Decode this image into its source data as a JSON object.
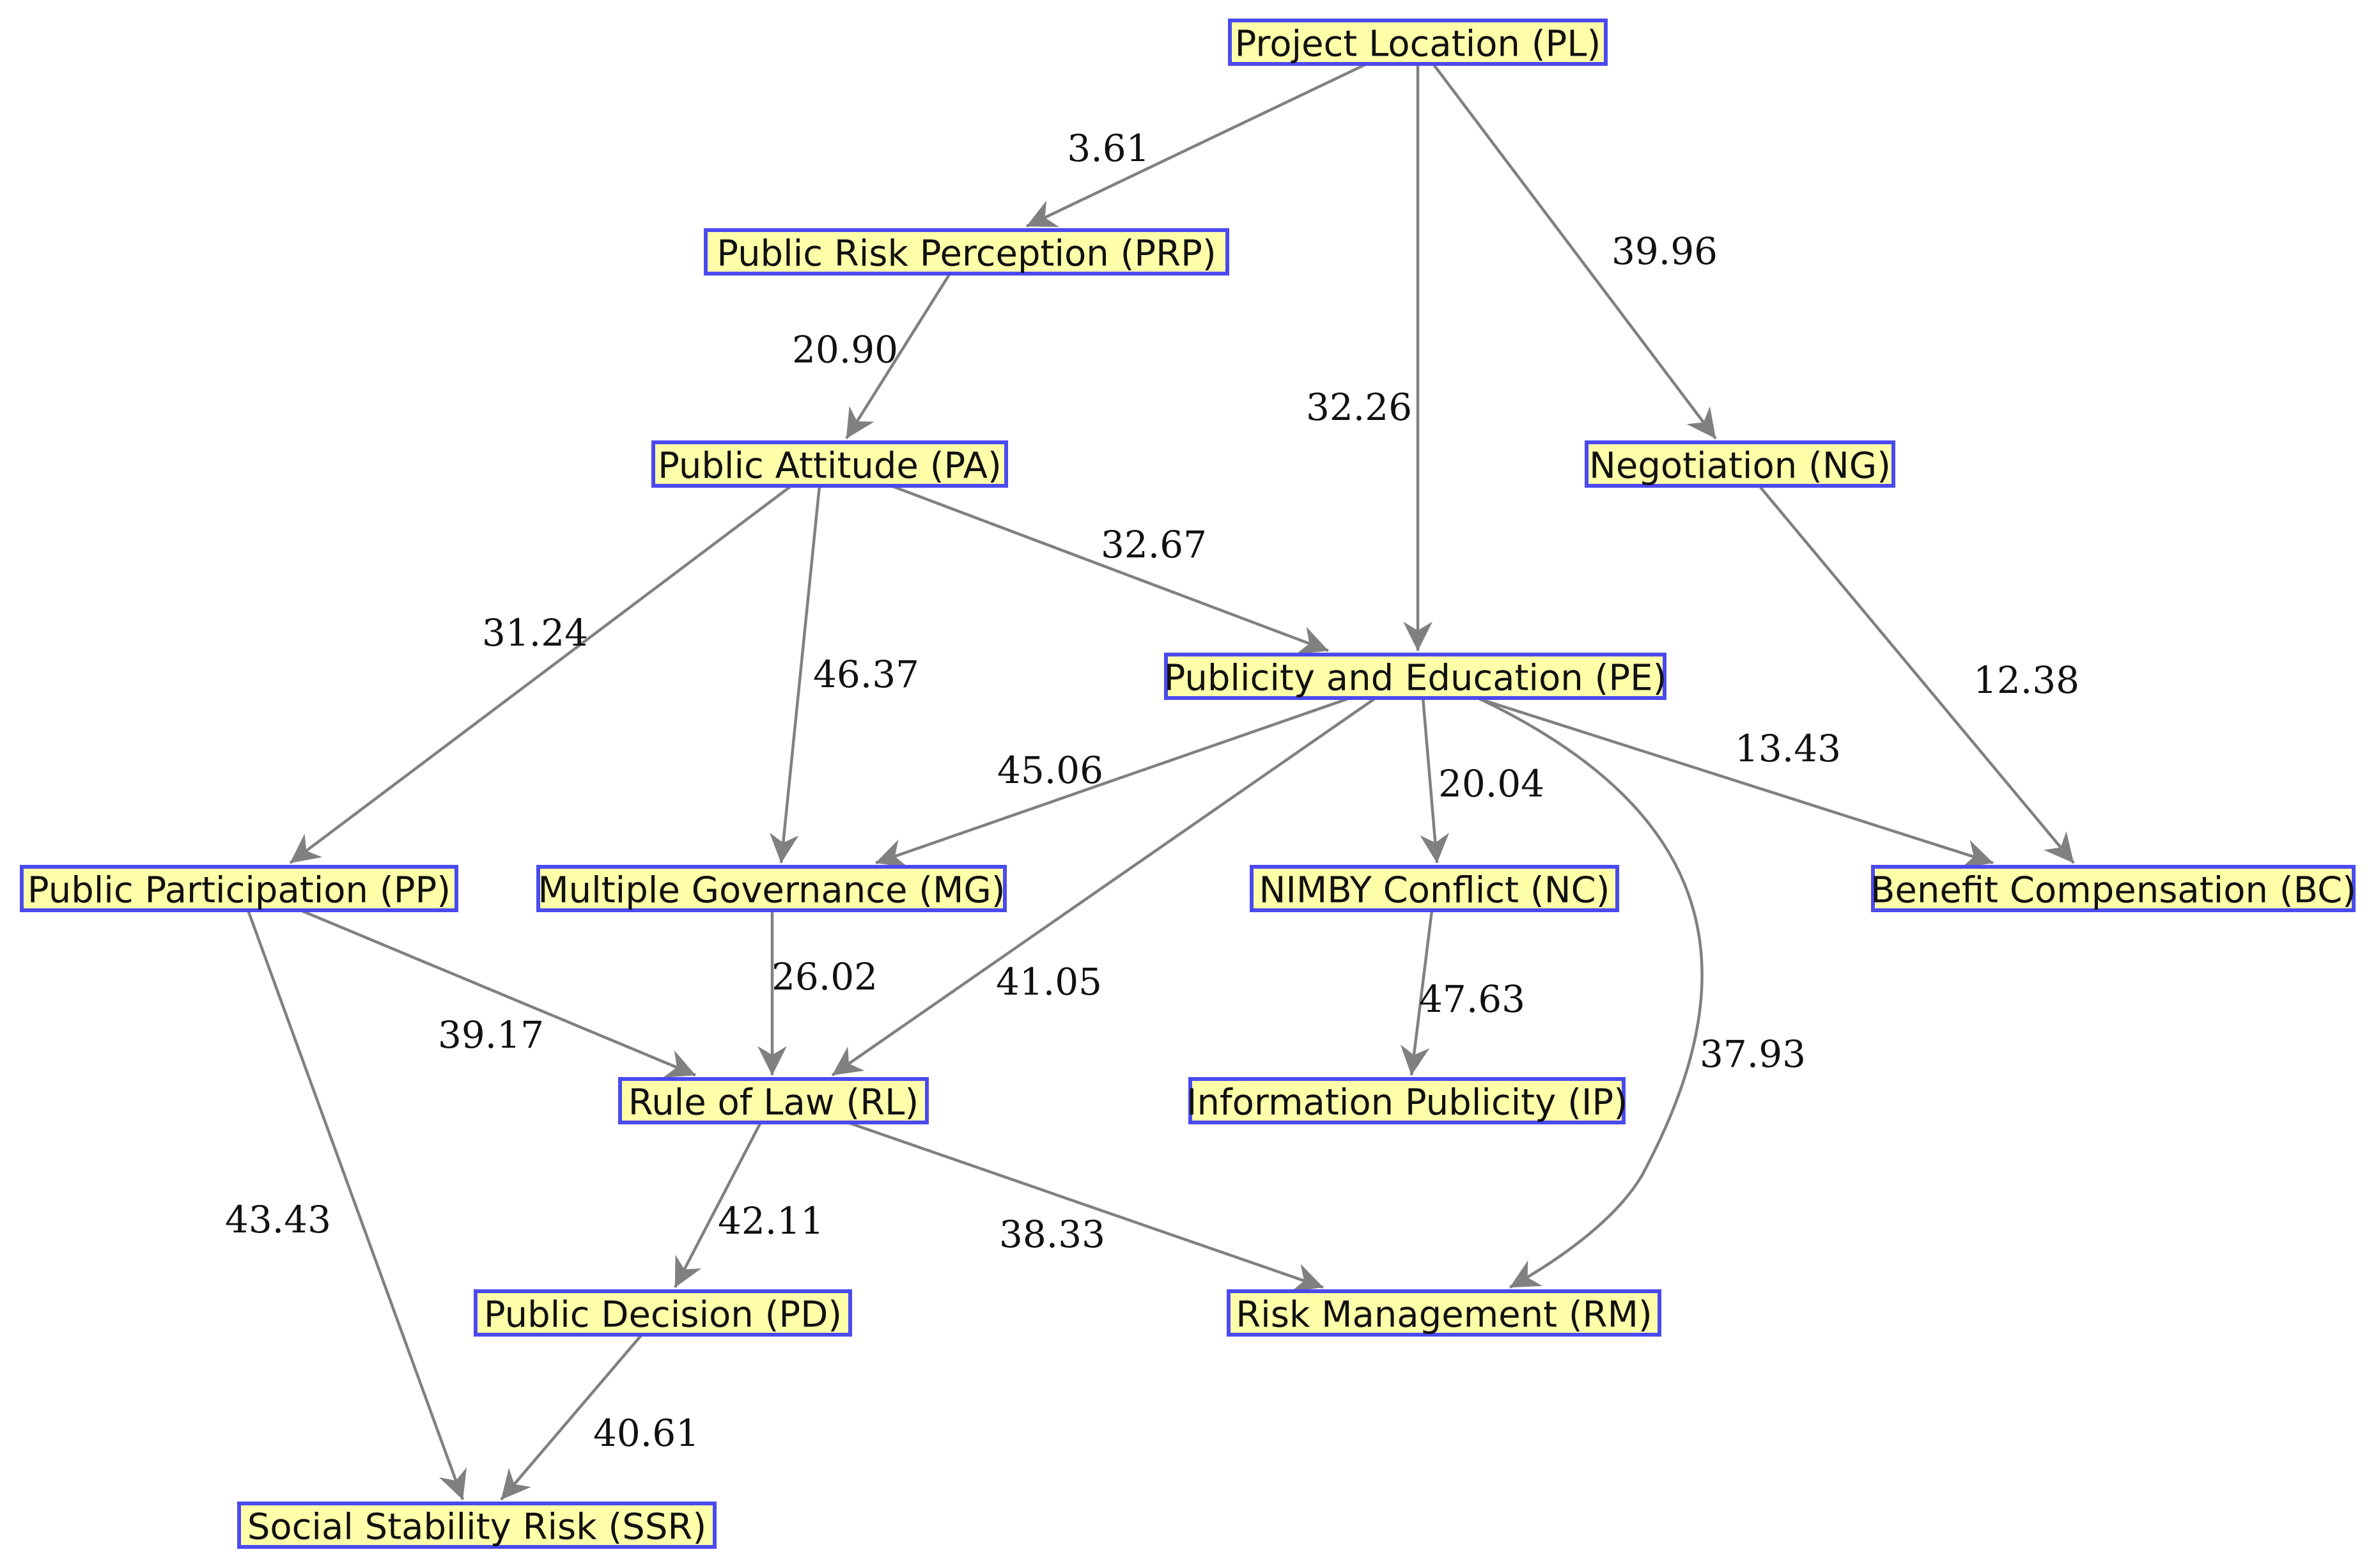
{
  "nodes": [
    {
      "id": "PL",
      "label": "Project Location (PL)"
    },
    {
      "id": "PRP",
      "label": "Public Risk Perception (PRP)"
    },
    {
      "id": "PA",
      "label": "Public Attitude (PA)"
    },
    {
      "id": "NG",
      "label": "Negotiation (NG)"
    },
    {
      "id": "PE",
      "label": "Publicity and Education (PE)"
    },
    {
      "id": "PP",
      "label": "Public Participation (PP)"
    },
    {
      "id": "MG",
      "label": "Multiple Governance (MG)"
    },
    {
      "id": "NC",
      "label": "NIMBY Conflict (NC)"
    },
    {
      "id": "BC",
      "label": "Benefit Compensation (BC)"
    },
    {
      "id": "RL",
      "label": "Rule of Law (RL)"
    },
    {
      "id": "IP",
      "label": "Information Publicity (IP)"
    },
    {
      "id": "PD",
      "label": "Public Decision (PD)"
    },
    {
      "id": "RM",
      "label": "Risk Management (RM)"
    },
    {
      "id": "SSR",
      "label": "Social Stability Risk (SSR)"
    }
  ],
  "edges": [
    {
      "from": "PL",
      "to": "PRP",
      "weight": "3.61"
    },
    {
      "from": "PL",
      "to": "PE",
      "weight": "32.26"
    },
    {
      "from": "PL",
      "to": "NG",
      "weight": "39.96"
    },
    {
      "from": "PRP",
      "to": "PA",
      "weight": "20.90"
    },
    {
      "from": "PA",
      "to": "PE",
      "weight": "32.67"
    },
    {
      "from": "PA",
      "to": "PP",
      "weight": "31.24"
    },
    {
      "from": "PA",
      "to": "MG",
      "weight": "46.37"
    },
    {
      "from": "NG",
      "to": "BC",
      "weight": "12.38"
    },
    {
      "from": "PE",
      "to": "MG",
      "weight": "45.06"
    },
    {
      "from": "PE",
      "to": "NC",
      "weight": "20.04"
    },
    {
      "from": "PE",
      "to": "BC",
      "weight": "13.43"
    },
    {
      "from": "PE",
      "to": "RL",
      "weight": "41.05"
    },
    {
      "from": "PE",
      "to": "RM",
      "weight": "37.93"
    },
    {
      "from": "MG",
      "to": "RL",
      "weight": "26.02"
    },
    {
      "from": "PP",
      "to": "RL",
      "weight": "39.17"
    },
    {
      "from": "PP",
      "to": "SSR",
      "weight": "43.43"
    },
    {
      "from": "NC",
      "to": "IP",
      "weight": "47.63"
    },
    {
      "from": "RL",
      "to": "PD",
      "weight": "42.11"
    },
    {
      "from": "RL",
      "to": "RM",
      "weight": "38.33"
    },
    {
      "from": "PD",
      "to": "SSR",
      "weight": "40.61"
    }
  ],
  "colors": {
    "node_fill": "#ffffaa",
    "node_border": "#4a4af0",
    "edge": "#808080"
  }
}
